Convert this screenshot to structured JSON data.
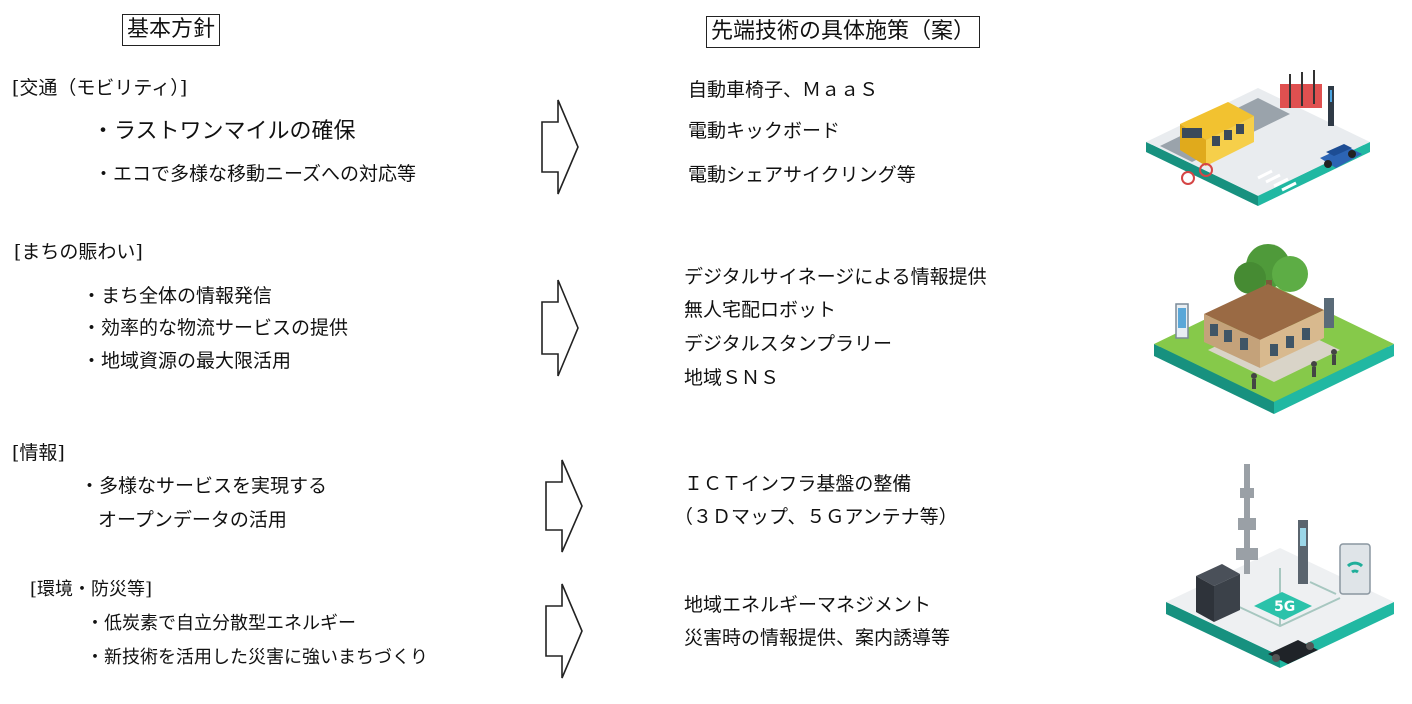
{
  "headers": {
    "left": "基本方針",
    "right": "先端技術の具体施策（案）"
  },
  "sections": [
    {
      "category": "[交通（モビリティ）]",
      "policies": [
        "・ラストワンマイルの確保",
        "・エコで多様な移動ニーズへの対応等"
      ],
      "measures": [
        "自動車椅子、ＭａａＳ",
        "電動キックボード",
        "電動シェアサイクリング等"
      ]
    },
    {
      "category": "[まちの賑わい]",
      "policies": [
        "・まち全体の情報発信",
        "・効率的な物流サービスの提供",
        "・地域資源の最大限活用"
      ],
      "measures": [
        "デジタルサイネージによる情報提供",
        "無人宅配ロボット",
        "デジタルスタンプラリー",
        "地域ＳＮＳ"
      ]
    },
    {
      "category": "[情報]",
      "policies": [
        "・多様なサービスを実現する",
        "オープンデータの活用"
      ],
      "measures": [
        "ＩＣＴインフラ基盤の整備",
        "（３Ｄマップ、５Ｇアンテナ等）"
      ]
    },
    {
      "category": "[環境・防災等]",
      "policies": [
        "・低炭素で自立分散型エネルギー",
        "・新技術を活用した災害に強いまちづくり"
      ],
      "measures": [
        "地域エネルギーマネジメント",
        "災害時の情報提供、案内誘導等"
      ]
    }
  ],
  "illustrations": {
    "mobility": "mobility-illustration",
    "town": "town-illustration",
    "tower": "5g-tower-illustration",
    "badge_5g": "5G"
  },
  "colors": {
    "teal": "#1fae9a",
    "ground": "#e9ecef",
    "grass": "#86c94a"
  }
}
